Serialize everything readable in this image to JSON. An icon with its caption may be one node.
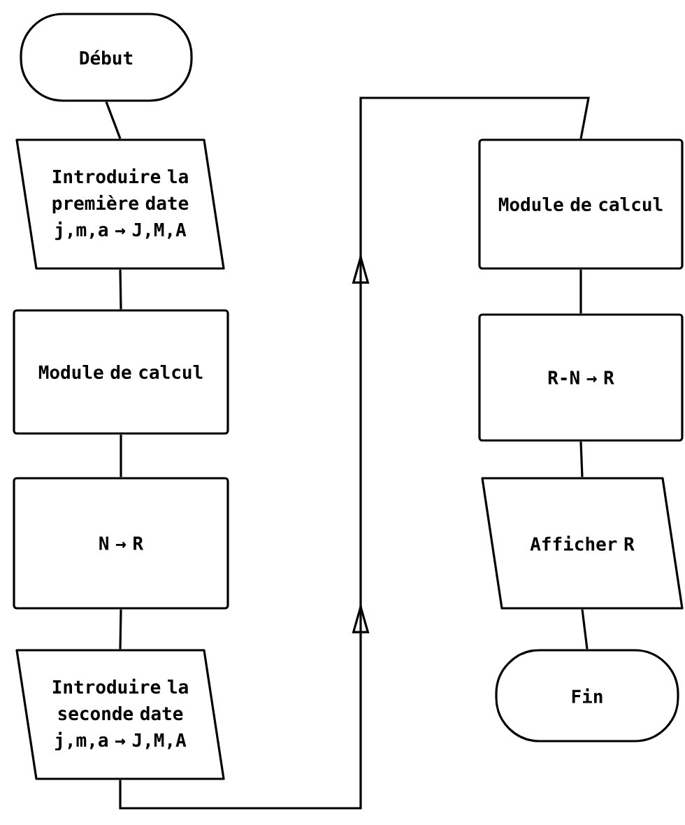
{
  "diagram": {
    "nodes": [
      {
        "text": [
          "Début"
        ]
      },
      {
        "text": [
          "Introduire la première date j,m,a → J,M,A"
        ]
      },
      {
        "text": [
          "Module de calcul"
        ]
      },
      {
        "text": [
          "N → R"
        ]
      },
      {
        "text": [
          "Introduire la seconde date j,m,a → J,M,A"
        ]
      },
      {
        "text": [
          "Module de calcul"
        ]
      },
      {
        "text": [
          "R-N → R"
        ]
      },
      {
        "text": [
          "Afficher R"
        ]
      },
      {
        "text": [
          "Fin"
        ]
      }
    ],
    "edges": [
      {
        "from": 0,
        "to": 1,
        "arrow": "none"
      },
      {
        "from": 1,
        "to": 2,
        "arrow": "none"
      },
      {
        "from": 2,
        "to": 3,
        "arrow": "none"
      },
      {
        "from": 3,
        "to": 4,
        "arrow": "none"
      },
      {
        "from": 4,
        "to": 5,
        "arrow": "to"
      },
      {
        "from": 5,
        "to": 6,
        "arrow": "none"
      },
      {
        "from": 6,
        "to": 7,
        "arrow": "none"
      },
      {
        "from": 7,
        "to": 8,
        "arrow": "none"
      }
    ]
  }
}
